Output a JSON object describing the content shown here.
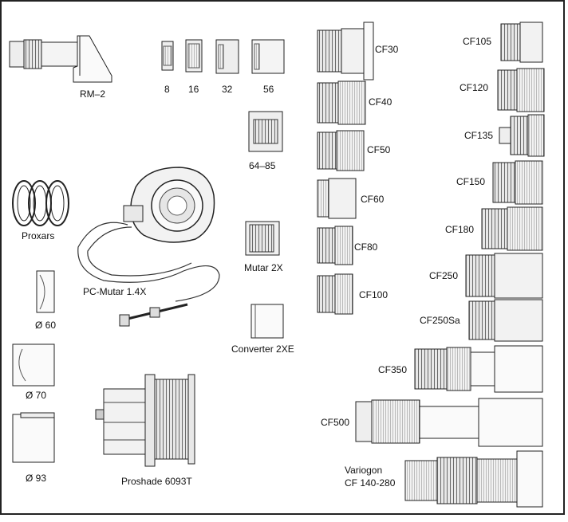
{
  "labels": {
    "rm2": "RM–2",
    "ext8": "8",
    "ext16": "16",
    "ext32": "32",
    "ext56": "56",
    "ext6485": "64–85",
    "proxars": "Proxars",
    "pcmutar": "PC-Mutar 1.4X",
    "mutar2x": "Mutar 2X",
    "conv2xe": "Converter 2XE",
    "f60": "Ø 60",
    "f70": "Ø 70",
    "f93": "Ø 93",
    "proshade": "Proshade 6093T",
    "cf30": "CF30",
    "cf40": "CF40",
    "cf50": "CF50",
    "cf60": "CF60",
    "cf80": "CF80",
    "cf100": "CF100",
    "cf105": "CF105",
    "cf120": "CF120",
    "cf135": "CF135",
    "cf150": "CF150",
    "cf180": "CF180",
    "cf250": "CF250",
    "cf250sa": "CF250Sa",
    "cf350": "CF350",
    "cf500": "CF500",
    "variogon1": "Variogon",
    "variogon2": "CF 140-280"
  }
}
